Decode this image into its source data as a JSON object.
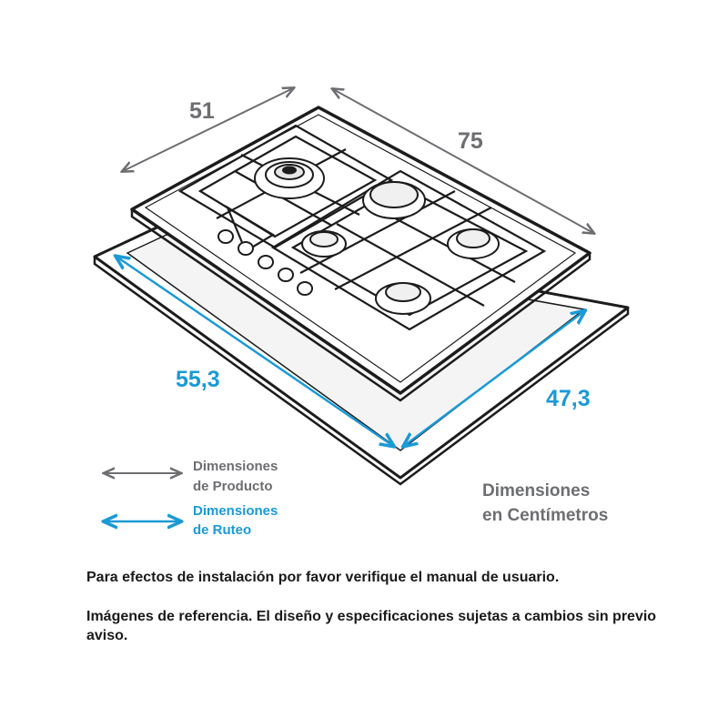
{
  "dimensions": {
    "product_depth": "51",
    "product_width": "75",
    "cutout_width": "55,3",
    "cutout_depth": "47,3"
  },
  "legend": {
    "product": {
      "line1": "Dimensiones",
      "line2": "de Producto",
      "color": "#6d6e71"
    },
    "cutout": {
      "line1": "Dimensiones",
      "line2": "de Ruteo",
      "color": "#1a9ad6"
    }
  },
  "units_label": {
    "line1": "Dimensiones",
    "line2": "en Centímetros"
  },
  "notes": {
    "install": "Para efectos de instalación por favor verifique el manual de usuario.",
    "reference": "Imágenes de referencia. El diseño y especificaciones sujetas a  cambios sin previo aviso."
  }
}
